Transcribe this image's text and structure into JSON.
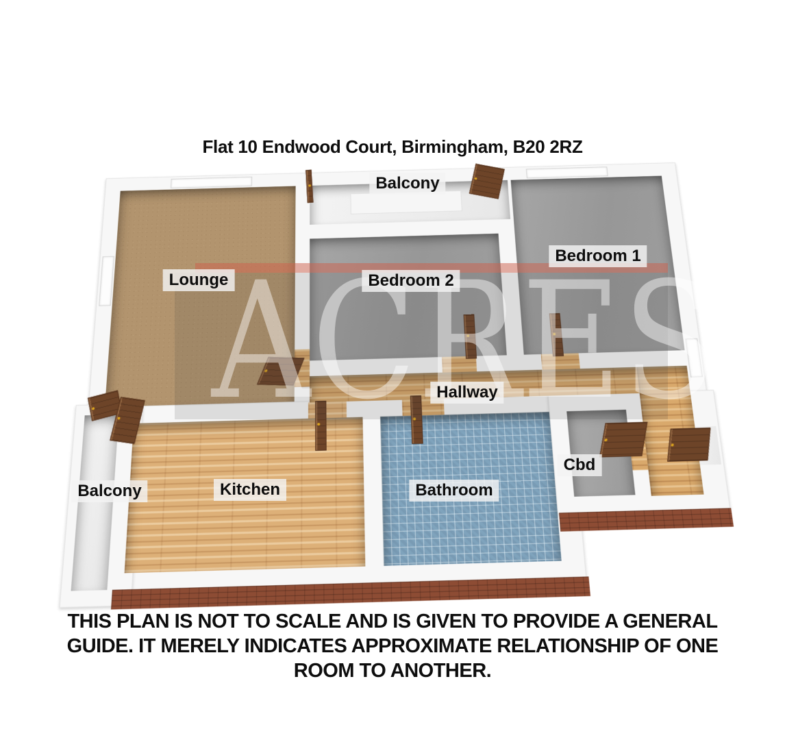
{
  "title": "Flat 10 Endwood Court, Birmingham, B20 2RZ",
  "watermark": "ACRES",
  "rooms": {
    "lounge": "Lounge",
    "bedroom1": "Bedroom 1",
    "bedroom2": "Bedroom 2",
    "hallway": "Hallway",
    "kitchen": "Kitchen",
    "bathroom": "Bathroom",
    "cbd": "Cbd",
    "balcony_top": "Balcony",
    "balcony_bottom": "Balcony"
  },
  "disclaimer": {
    "lines": [
      "THIS PLAN IS NOT TO SCALE AND IS GIVEN TO PROVIDE A GENERAL",
      "GUIDE. IT MERELY INDICATES APPROXIMATE RELATIONSHIP OF ONE",
      "ROOM TO ANOTHER."
    ]
  },
  "colors": {
    "wall": "#f7f7f7",
    "front_brick": "#8d4c34",
    "door": "#6d4428",
    "carpet_lounge": "#b2946e",
    "carpet_bedroom": "#9d9d9d",
    "wood_hallway": "#d9a96c",
    "wood_kitchen": "#ddb078",
    "tile_bathroom": "#7fa3bc",
    "watermark_red": "#cd5f4b",
    "label_background": "#f3f3f3",
    "text": "#0d0d0d"
  }
}
